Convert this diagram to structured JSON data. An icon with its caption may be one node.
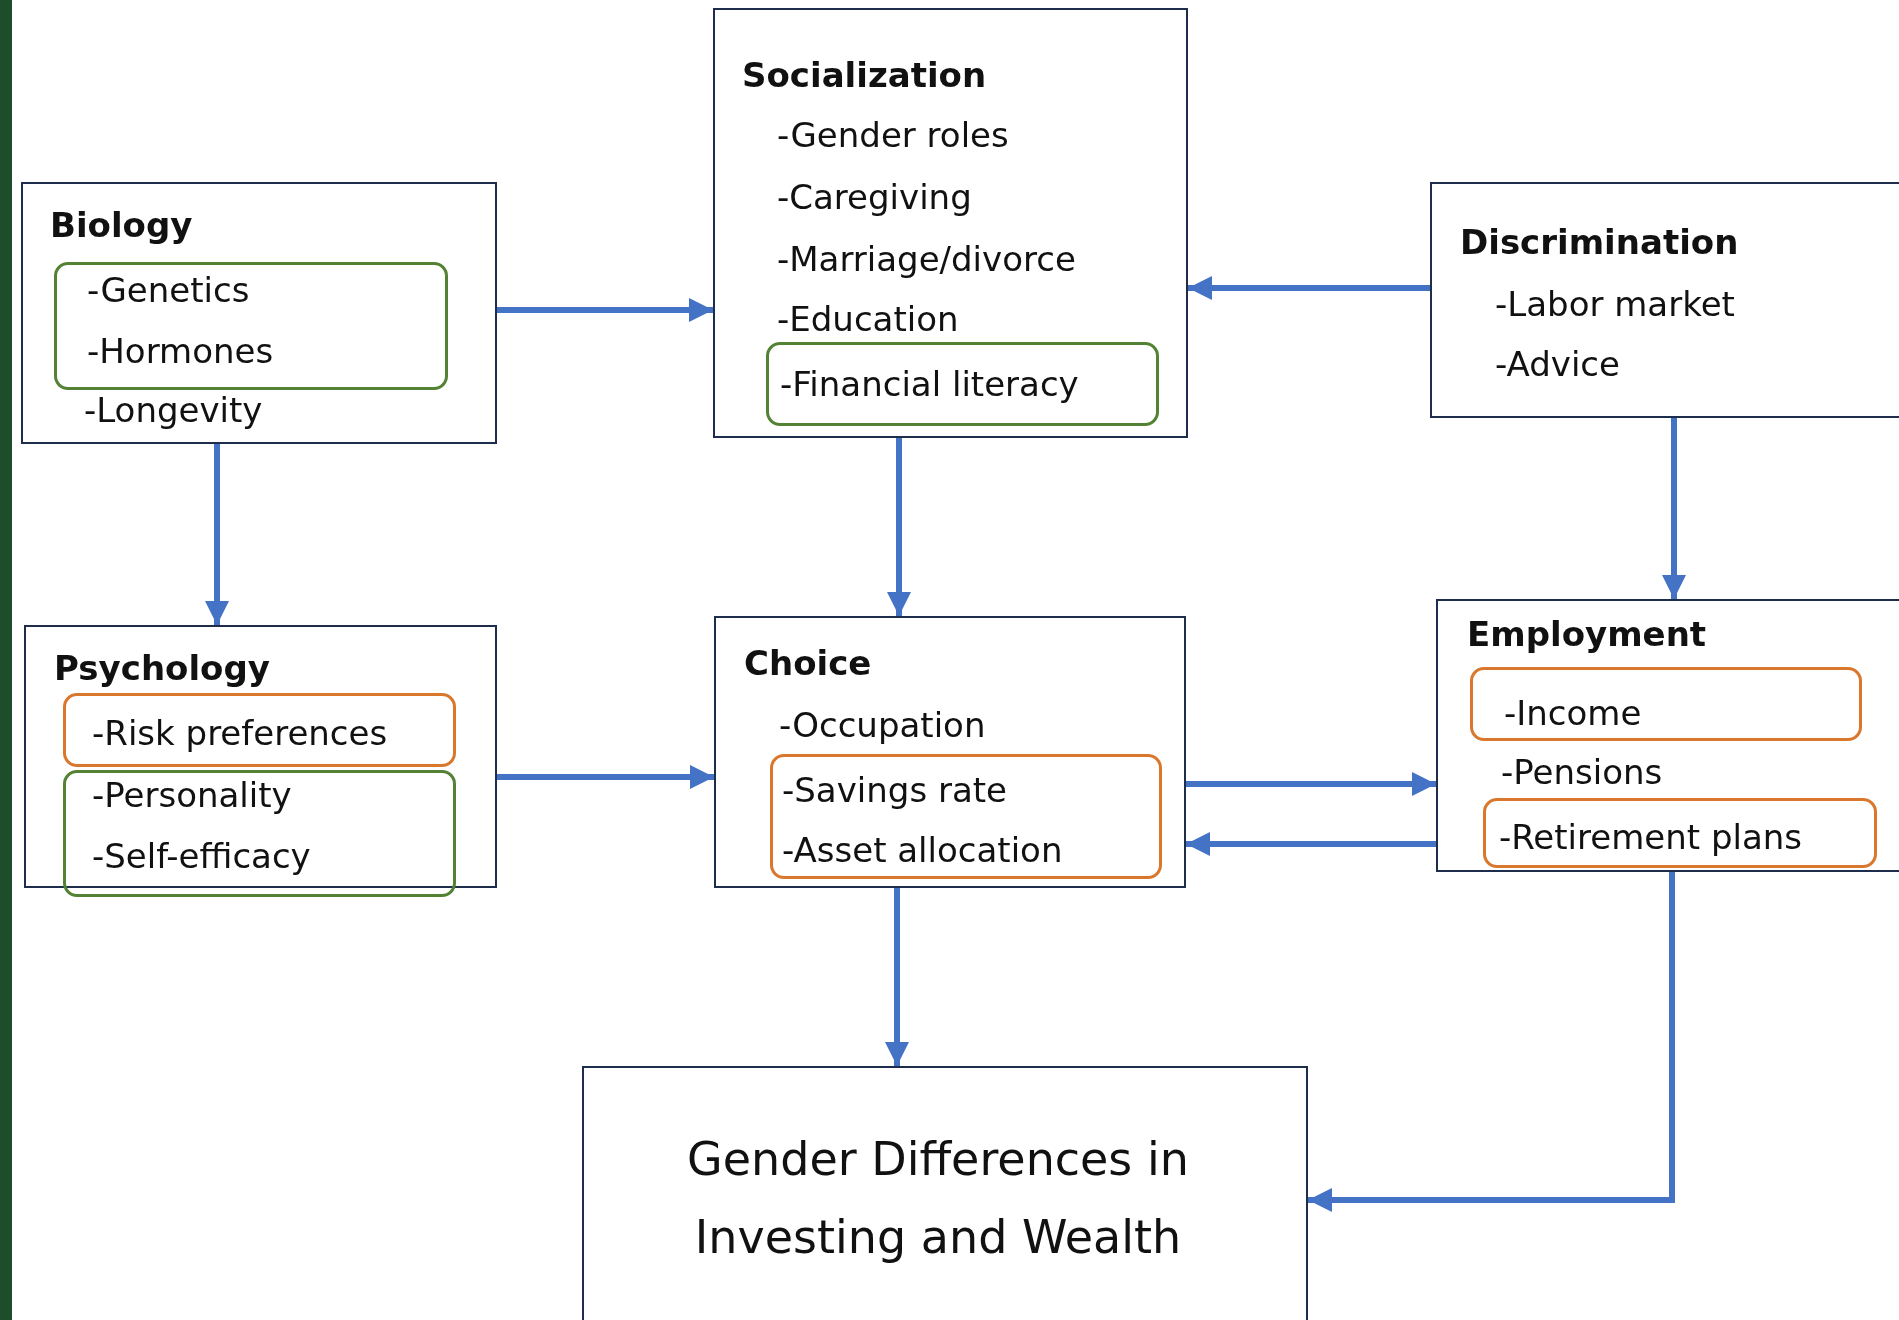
{
  "diagram": {
    "nodes": [
      {
        "text": [
          "Biology",
          "-Longevity"
        ]
      },
      {
        "text": [
          "-Genetics",
          "-Hormones"
        ],
        "in": 0
      },
      {
        "text": [
          "Socialization",
          "-Gender roles",
          "-Caregiving",
          "-Marriage/divorce",
          "-Education"
        ]
      },
      {
        "text": [
          "-Financial literacy"
        ],
        "in": 2
      },
      {
        "text": [
          "Discrimination",
          "-Labor market",
          "-Advice"
        ]
      },
      {
        "text": [
          "Psychology"
        ]
      },
      {
        "text": [
          "-Risk preferences"
        ],
        "in": 5
      },
      {
        "text": [
          "-Personality",
          "-Self-efficacy"
        ],
        "in": 5
      },
      {
        "text": [
          "Choice",
          "-Occupation"
        ]
      },
      {
        "text": [
          "-Savings rate",
          "-Asset allocation"
        ],
        "in": 8
      },
      {
        "text": [
          "Employment",
          "-Pensions"
        ]
      },
      {
        "text": [
          "-Income"
        ],
        "in": 10
      },
      {
        "text": [
          "-Retirement plans"
        ],
        "in": 10
      },
      {
        "text": [
          "Gender Differences in Investing and Wealth"
        ]
      }
    ],
    "edges": [
      {
        "from": 0,
        "to": 2,
        "arrow": "to"
      },
      {
        "from": 0,
        "to": 5,
        "arrow": "to"
      },
      {
        "from": 2,
        "to": 8,
        "arrow": "to"
      },
      {
        "from": 4,
        "to": 2,
        "arrow": "to"
      },
      {
        "from": 4,
        "to": 10,
        "arrow": "to"
      },
      {
        "from": 5,
        "to": 8,
        "arrow": "to"
      },
      {
        "from": 8,
        "to": 10,
        "arrow": "to"
      },
      {
        "from": 10,
        "to": 8,
        "arrow": "to"
      },
      {
        "from": 8,
        "to": 13,
        "arrow": "to"
      },
      {
        "from": 10,
        "to": 13,
        "arrow": "to"
      }
    ]
  }
}
